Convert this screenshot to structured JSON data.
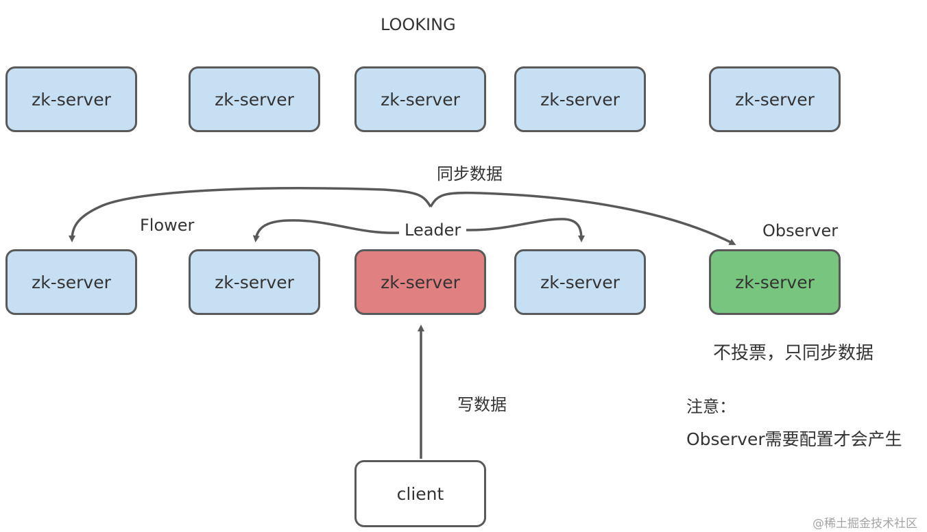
{
  "diagram": {
    "state_label": "LOOKING",
    "server_label": "zk-server",
    "client_label": "client",
    "sync_label": "同步数据",
    "follower_label": "Flower",
    "leader_label": "Leader",
    "observer_label": "Observer",
    "observer_note": "不投票，只同步数据",
    "write_label": "写数据",
    "note_title": "注意：",
    "note_body": "Observer需要配置才会产生",
    "watermark": "@稀土掘金技术社区"
  },
  "colors": {
    "follower": "#c6dff3",
    "leader": "#e08080",
    "observer": "#78c57f",
    "client": "#ffffff",
    "border": "#595959"
  }
}
